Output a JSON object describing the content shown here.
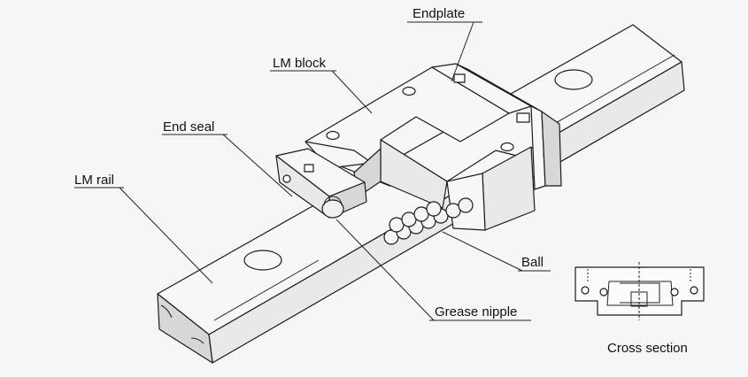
{
  "labels": {
    "endplate": "Endplate",
    "lm_block": "LM block",
    "end_seal": "End seal",
    "lm_rail": "LM rail",
    "ball": "Ball",
    "grease_nipple": "Grease nipple",
    "cross_section": "Cross section"
  },
  "colors": {
    "background": "#f4f6f8",
    "outline": "#1b1b1b",
    "face_light": "#f7f7f7",
    "face_mid": "#e9e9e9",
    "face_dark": "#d7d7d7"
  }
}
